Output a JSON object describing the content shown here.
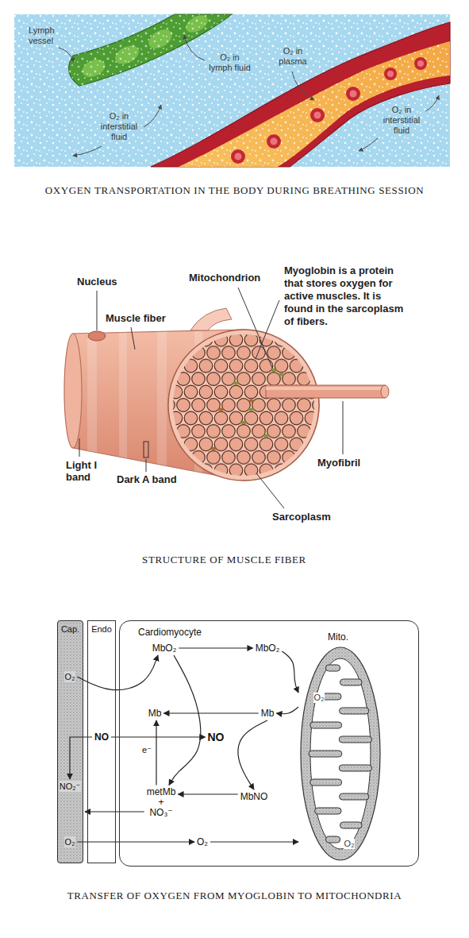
{
  "diagram": {
    "nodes": [
      {
        "text": [
          "Cap."
        ]
      },
      {
        "text": [
          "Endo"
        ]
      },
      {
        "text": [
          "Cardiomyocyte"
        ]
      },
      {
        "text": [
          "Mito."
        ],
        "in": 2
      },
      {
        "text": [
          "MbO₂"
        ],
        "in": 2
      },
      {
        "text": [
          "MbO₂"
        ],
        "in": 2
      },
      {
        "text": [
          "O₂"
        ],
        "in": 0
      },
      {
        "text": [
          "Mb"
        ],
        "in": 2
      },
      {
        "text": [
          "Mb"
        ],
        "in": 2
      },
      {
        "text": [
          "NO"
        ],
        "in": 1
      },
      {
        "text": [
          "NO"
        ],
        "in": 2
      },
      {
        "text": [
          "metMb + NO₃⁻"
        ],
        "in": 2
      },
      {
        "text": [
          "MbNO"
        ],
        "in": 2
      },
      {
        "text": [
          "NO₂⁻"
        ],
        "in": 0
      },
      {
        "text": [
          "O₂"
        ],
        "in": 0
      },
      {
        "text": [
          "O₂"
        ],
        "in": 2
      }
    ],
    "edges": [
      {
        "from": 4,
        "to": 5,
        "arrow": "to"
      },
      {
        "from": 6,
        "to": 4,
        "arrow": "to"
      },
      {
        "from": 5,
        "to": 3,
        "arrow": "to"
      },
      {
        "from": 3,
        "to": 8,
        "arrow": "to"
      },
      {
        "from": 8,
        "to": 7,
        "arrow": "to"
      },
      {
        "from": 11,
        "to": 7,
        "label": "e⁻",
        "arrow": "to"
      },
      {
        "from": 9,
        "to": 10,
        "arrow": "to"
      },
      {
        "from": 9,
        "to": 13,
        "arrow": "to"
      },
      {
        "from": 4,
        "to": 11,
        "arrow": "to"
      },
      {
        "from": 8,
        "to": 12,
        "arrow": "to"
      },
      {
        "from": 12,
        "to": 11,
        "arrow": "to"
      },
      {
        "from": 11,
        "to": 0,
        "arrow": "to"
      },
      {
        "from": 14,
        "to": 15,
        "arrow": "to"
      },
      {
        "from": 15,
        "to": 3,
        "arrow": "to"
      }
    ],
    "labels": [
      "Lymph vessel",
      "O₂ in lymph fluid",
      "O₂ in plasma",
      "O₂ in interstitial fluid",
      "O₂ in interstitial fluid",
      "OXYGEN TRANSPORTATION IN THE BODY DURING BREATHING SESSION",
      "Nucleus",
      "Mitochondrion",
      "Myoglobin is a protein that stores oxygen for active muscles. It is found in the sarcoplasm of fibers.",
      "Muscle fiber",
      "Light I band",
      "Dark A band",
      "Myofibril",
      "Sarcoplasm",
      "STRUCTURE OF MUSCLE FIBER",
      "O₂",
      "O₂",
      "TRANSFER OF OXYGEN FROM MYOGLOBIN TO MITOCHONDRIA"
    ]
  }
}
